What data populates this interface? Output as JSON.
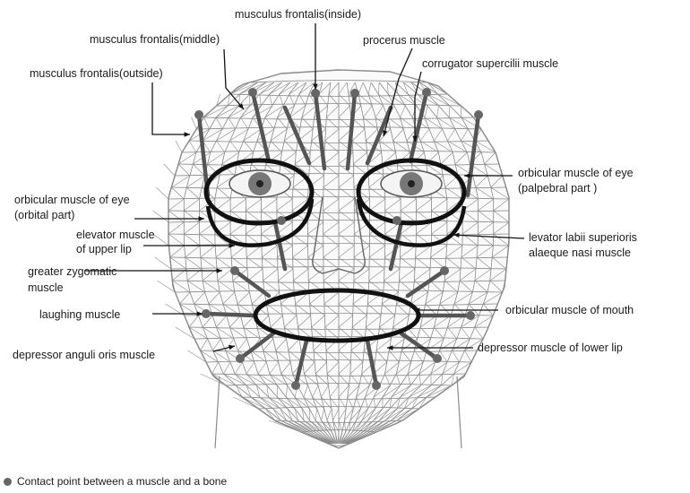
{
  "labels": {
    "frontalis_inside": "musculus frontalis(inside)",
    "frontalis_middle": "musculus frontalis(middle)",
    "procerus": "procerus muscle",
    "corrugator": "corrugator supercilii muscle",
    "frontalis_outside": "musculus frontalis(outside)",
    "orbicular_eye_palpebral_1": "orbicular muscle of eye",
    "orbicular_eye_palpebral_2": "(palpebral part )",
    "orbicular_eye_orbital_1": "orbicular muscle of eye",
    "orbicular_eye_orbital_2": "(orbital part)",
    "elevator_upper_lip_1": "elevator muscle",
    "elevator_upper_lip_2": "of upper lip",
    "levator_labii_1": "levator labii superioris",
    "levator_labii_2": "alaeque nasi muscle",
    "greater_zygomatic_1": "greater zygomatic",
    "greater_zygomatic_2": "muscle",
    "laughing": "laughing muscle",
    "orbicular_mouth": "orbicular muscle of mouth",
    "depressor_anguli": "depressor anguli oris muscle",
    "depressor_lower_lip": "depressor muscle of lower lip"
  },
  "legend": {
    "text": "Contact point between a muscle and a bone",
    "marker_color": "#666666"
  },
  "colors": {
    "mesh": "#8a8a8a",
    "muscle": "#555555",
    "ring": "#111111",
    "text": "#1a1a1a"
  }
}
